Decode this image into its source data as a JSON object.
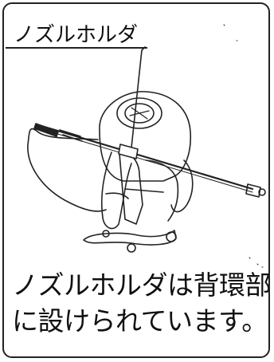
{
  "label": "ノズルホルダ",
  "caption": {
    "line1": "ノズルホルダは背環部",
    "line2": "に設けられています。"
  }
}
